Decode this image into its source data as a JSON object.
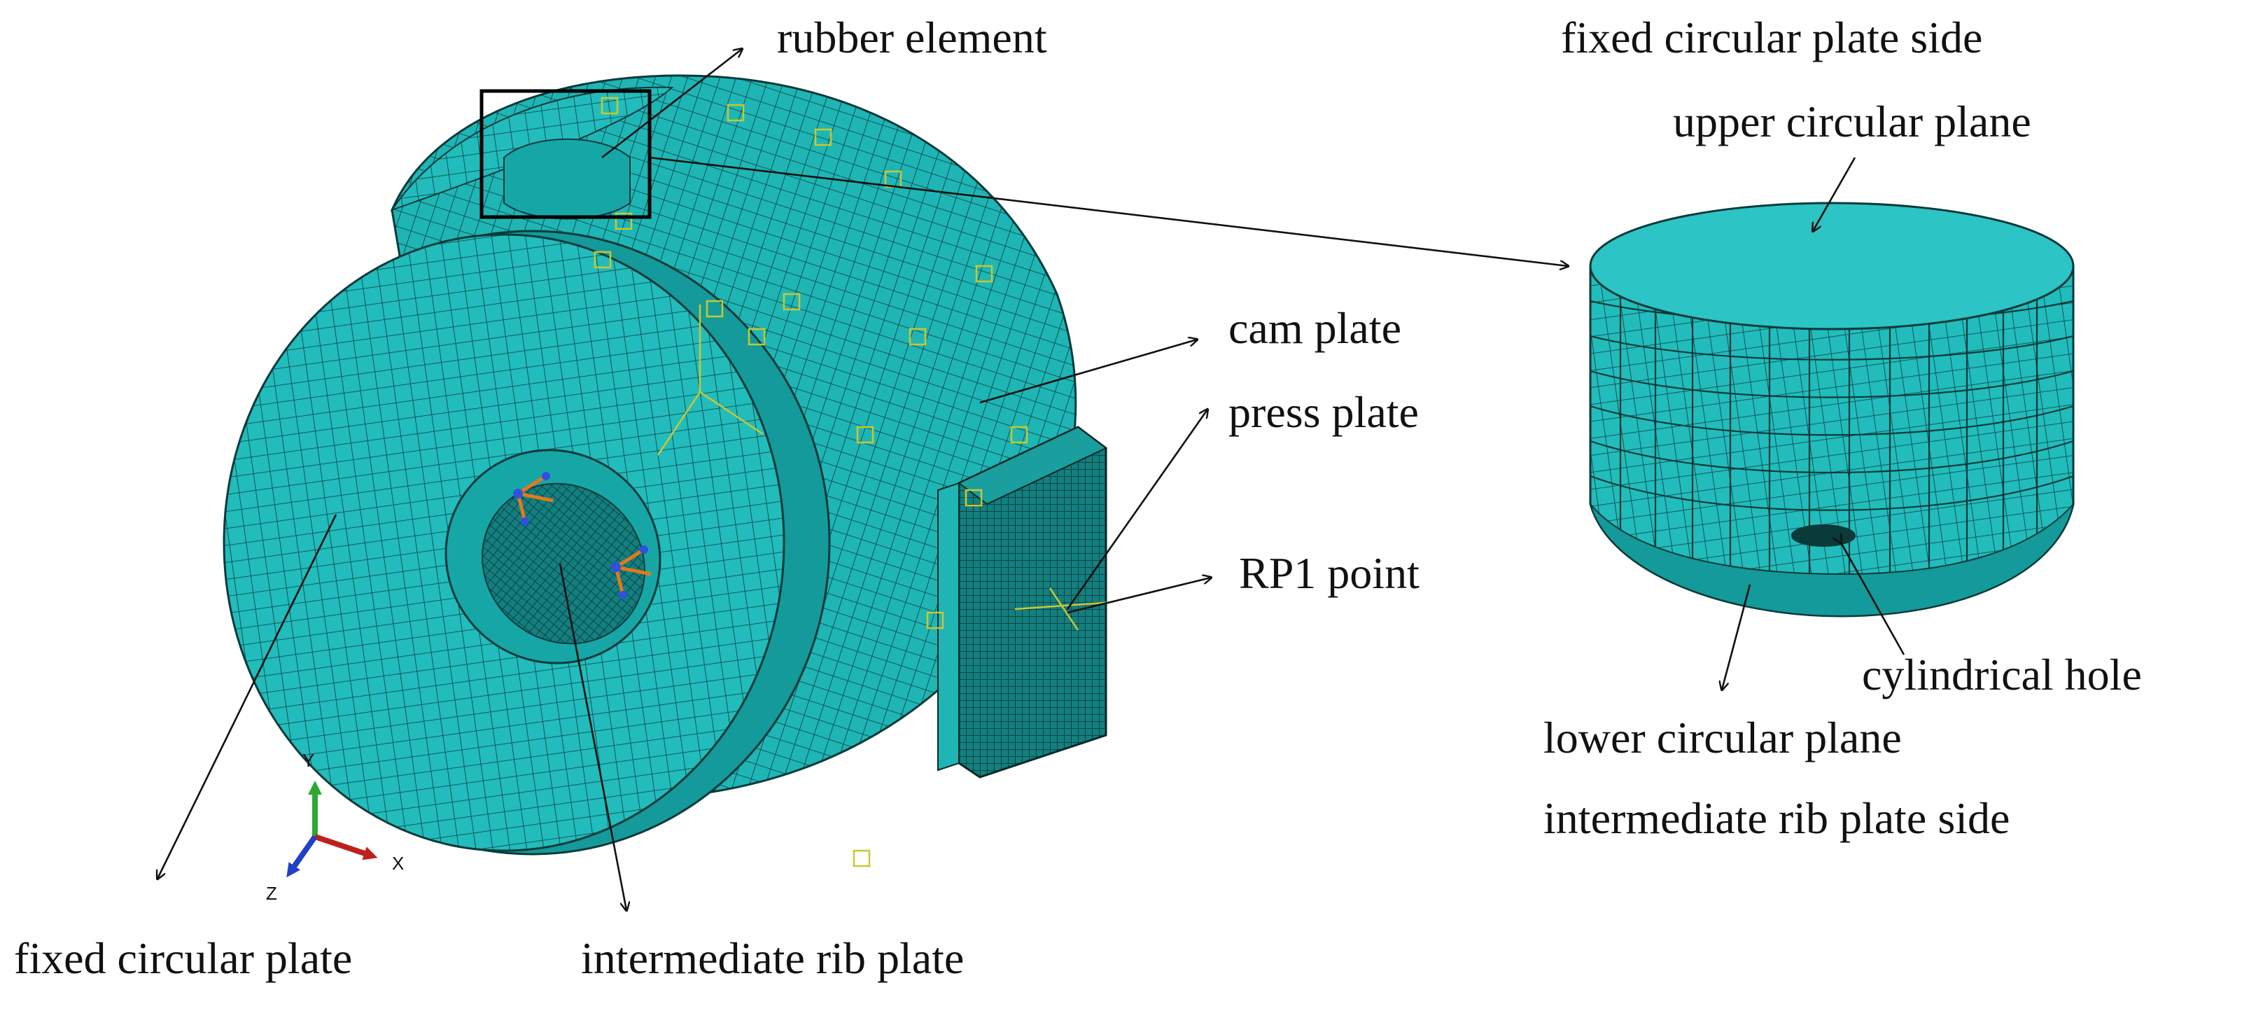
{
  "colors": {
    "mesh_fill": "#1fb5b5",
    "mesh_fill_dark": "#149a9a",
    "mesh_line": "#0a3a3a",
    "constraint_marker": "#c8c830",
    "axis_x": "#c0201c",
    "axis_y": "#2fa82f",
    "axis_z": "#2040c8",
    "callout_box": "#000000",
    "label_text": "#111111"
  },
  "labels": {
    "rubber_element": "rubber element",
    "cam_plate": "cam plate",
    "press_plate": "press plate",
    "rp1_point": "RP1 point",
    "fixed_circular_plate": "fixed circular plate",
    "intermediate_rib_plate": "intermediate rib plate",
    "fixed_circular_plate_side": "fixed circular plate side",
    "upper_circular_plane": "upper circular plane",
    "cylindrical_hole": "cylindrical hole",
    "lower_circular_plane": "lower circular plane",
    "intermediate_rib_plate_side": "intermediate rib plate side"
  },
  "axes": {
    "x": "X",
    "y": "Y",
    "z": "Z"
  }
}
